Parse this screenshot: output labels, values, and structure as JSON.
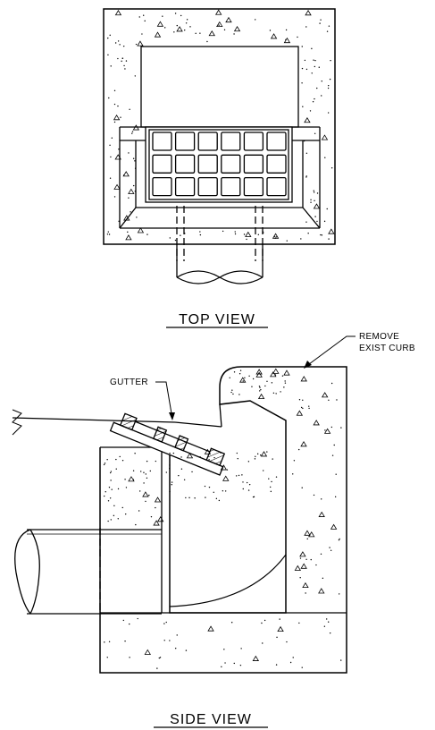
{
  "top_view": {
    "title": "TOP VIEW",
    "grate": {
      "rows": 3,
      "cols": 6
    }
  },
  "side_view": {
    "title": "SIDE VIEW",
    "labels": {
      "gutter": "GUTTER",
      "remove_line1": "REMOVE",
      "remove_line2": "EXIST CURB"
    }
  }
}
